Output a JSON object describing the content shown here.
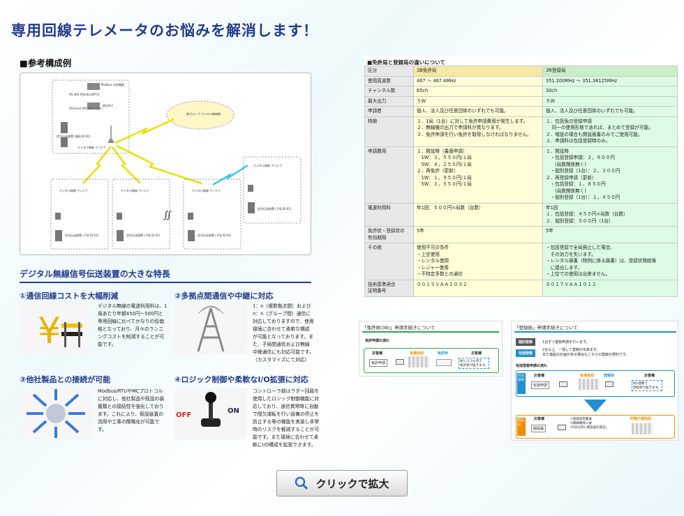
{
  "page": {
    "title": "専用回線テレメータのお悩みを解消します！"
  },
  "diagram": {
    "heading": "■参考構成例",
    "cloud_label": "他グループ\nデジタル無線網",
    "top_labels": [
      "Modbus\n対応機器",
      "RS-485\n(Modbus/RTU)",
      "Ethernet\n(MC/プロトコル)",
      "他社PLC",
      "信号伝送装置\n(親局 ID:00)",
      "デジタル無線\nモデム",
      "デジタル無線\nアンテナ"
    ],
    "remote_labels": [
      "デジタル無線\nアンテナ",
      "デジタル無線\nモデム",
      "信号伝送装置\n(子局 ID:01)"
    ],
    "wave_symbol": "∬"
  },
  "features": {
    "heading": "デジタル無線信号伝送装置の大きな特長",
    "items": [
      {
        "title": "①通信回線コストを大幅削減",
        "body": "デジタル無線の電波利用料は、1局あたり年額450円～500円と専用回線に比べてかなりの低価格となっており、月々のランニングコストを削減することが可能です。"
      },
      {
        "title": "②多拠点間通信や中継に対応",
        "body": "1：n（複数拠点間）および n：n（グループ間）通信に対応しておりますので、使用環境に合わせて柔軟な構成が可能となっております。また、子局間通信および無線中継通信にも対応可能です。（カスタマイズにて対応）"
      },
      {
        "title": "③他社製品との接続が可能",
        "body": "Modbus/RTUやMCプロトコルに対応し、他社製品や既設の装置類との接続性を強化しております。これにより、既設装置の流用や工事の簡略化が可能です。"
      },
      {
        "title": "④ロジック制御や柔軟なI/O拡張に対応",
        "body": "コントローラ部はラダー回路を使用したロジック制御機能に対応しており、通信異常時に自動で間欠運転を行い設備の停止を防止する等の機能を実装し非常時のリスクを軽減することが可能です。また環境に合わせて柔軟にI/O構成を拡張できます。"
      }
    ],
    "icon_labels": {
      "off": "OFF",
      "on": "ON"
    }
  },
  "comparison": {
    "heading": "■免許局と登録局の違いについて",
    "header": [
      "区分",
      "3B免許局",
      "3R登録局"
    ],
    "rows": [
      [
        "使用周波数",
        "467 ～ 467.4MHz",
        "351.200MHz ～ 351.38125MHz"
      ],
      [
        "チャンネル数",
        "65ch",
        "30ch"
      ],
      [
        "最大出力",
        "５W",
        "５W"
      ],
      [
        "申請者",
        "個人、法人及び任意団体のいずれでも可能。",
        "個人、法人及び任意団体のいずれでも可能。"
      ],
      [
        "特徴",
        "１．1局（1台）に対して免許申請費用が発生します。\n２．無線機の出力で申請料が異なります。\n３．免許申請を行い免許を取得しなければなりません。",
        "１．包括免の登録申請\n　 同一の使用形態であれば、まとめて登録が可能。\n２．増設の場合も開設届書のみでご使用可能。\n３．申請料は包括登録時のみ。"
      ],
      [
        "申請費用",
        "１．開設時（書面申請）\n　1W：３，５５０円/１局\n　5W：４，２５０円/１局\n２．再免許（更新）\n　1W：１，９５０円/１局\n　5W：３，５５０円/１局",
        "１．開設時\n　・包括登録申請：２，９００円\n　　(局数関係無く)\n　・個別登録（1台）：２，３００円\n２．再登録申請（更新）\n　・包括登録：１，８５０円\n　　(局数関係無く)\n　・個別登録（1台）：１，４５０円"
      ],
      [
        "電波利用料",
        "年1回：５００円×局数（台数）",
        "年1回\n１．包括登録：４５０円×局数（台数）\n２．個別登録：５００円（1台）"
      ],
      [
        "免許状・登録状の\n有効期限",
        "5年",
        "5年"
      ],
      [
        "その他",
        "使用不可の条件\n・上空使用\n・レンタル使用\n・レジャー使用\n・不特定多数との通信",
        "・包括登録で全局廃止した場合、\n　その効力を失います。\n・レンタル届書（特例に係る届書）は、登録状発給後\n　に提出します。\n・上空での使用は出来ません。"
      ],
      [
        "技術基準適合\n証明番号",
        "００１ＳＶＡＡ１０３２",
        "００１ＴＶＡＡ１０１２"
      ]
    ]
  },
  "procedures": {
    "left": {
      "title": "「免許局(3B)」申請手続きについて",
      "flow_title": "免許申請の流れ",
      "customer": "お客様",
      "app": "免許申請",
      "bureau": "各通信局",
      "license": "免許状",
      "customer2": "お客様",
      "note": "約1~1.5ヶ月で\n免許状が届きます。"
    },
    "right": {
      "title": "「登録局」申請手続きについて",
      "tag1": "個別登録",
      "tag1_text": "1台ずつ登録申請を行います。",
      "tag2": "包括登録",
      "tag2_text": "2台以上、一括して登録が出来ます。\nまた増設の計画がある場合もこちらの登録が便利です。",
      "flow_title": "包括登録申請の流れ",
      "side1": "包括登録",
      "customer": "お客様",
      "app": "包括申請",
      "bureau": "各通信局",
      "reg": "登録状",
      "customer2": "お客様",
      "note": "約2週間で\n登録状が届きます。",
      "side2": "開設届",
      "customer3": "お客様",
      "doc": "開設届",
      "steps": "①登録状到着後\n②無線機導入後\n15日以内に開設届を提出。",
      "bureau2": "所管の通信局"
    }
  },
  "button": {
    "label": "クリックで拡大"
  },
  "colors": {
    "title": "#233a8c",
    "license_col": "#fffed6",
    "register_col": "#dcfbe2",
    "flow_green": "#2fa84f",
    "flow_blue": "#1f8fd1",
    "flow_orange": "#f08c00"
  }
}
